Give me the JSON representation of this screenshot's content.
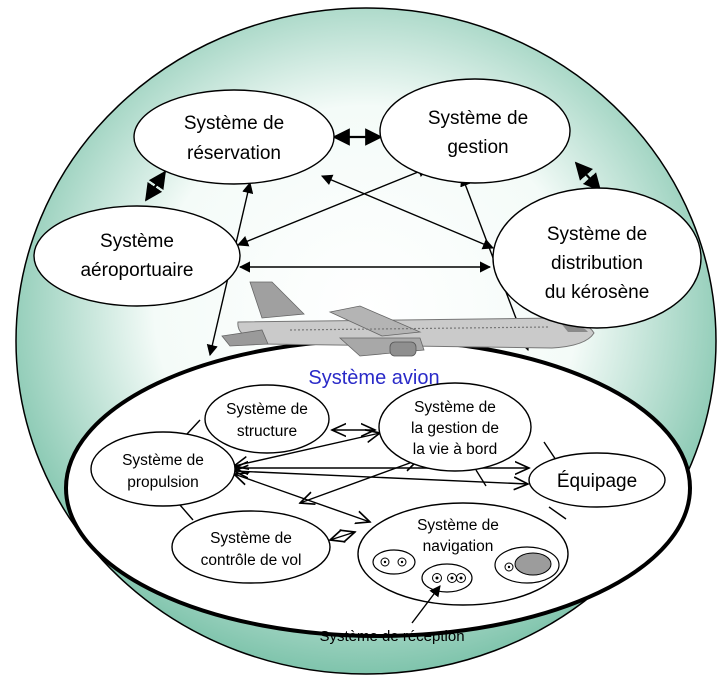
{
  "outer_nodes": {
    "reservation": [
      "Système de",
      "réservation"
    ],
    "gestion": [
      "Système de",
      "gestion"
    ],
    "aeroportuaire": [
      "Système",
      "aéroportuaire"
    ],
    "kerosene": [
      "Système de",
      "distribution",
      "du kérosène"
    ]
  },
  "avion_title": "Système avion",
  "inner_nodes": {
    "structure": [
      "Système de",
      "structure"
    ],
    "vie_bord": [
      "Système de",
      "la gestion de",
      "la vie à bord"
    ],
    "propulsion": [
      "Système de",
      "propulsion"
    ],
    "equipage": [
      "Équipage"
    ],
    "controle": [
      "Système de",
      "contrôle de vol"
    ],
    "navigation": [
      "Système de",
      "navigation"
    ]
  },
  "reception_label": "Système de réception",
  "colors": {
    "outer_gradient_center": "#ffffff",
    "outer_gradient_edge": "#7fc4ac",
    "avion_title": "#2a2ac8",
    "plane_body": "#c9c9c9",
    "plane_tail": "#9a9a9a"
  }
}
